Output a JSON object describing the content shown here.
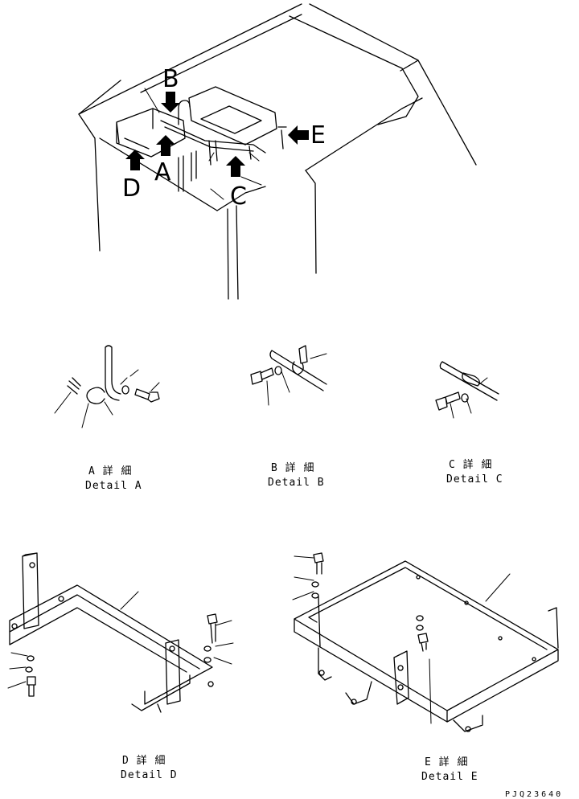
{
  "callouts": {
    "A": "A",
    "B": "B",
    "C": "C",
    "D": "D",
    "E": "E"
  },
  "details": {
    "A": {
      "jp": "A 詳 細",
      "en": "Detail A"
    },
    "B": {
      "jp": "B 詳 細",
      "en": "Detail B"
    },
    "C": {
      "jp": "C 詳 細",
      "en": "Detail C"
    },
    "D": {
      "jp": "D 詳 細",
      "en": "Detail D"
    },
    "E": {
      "jp": "E 詳 細",
      "en": "Detail E"
    }
  },
  "drawing_code": "PJQ23640"
}
